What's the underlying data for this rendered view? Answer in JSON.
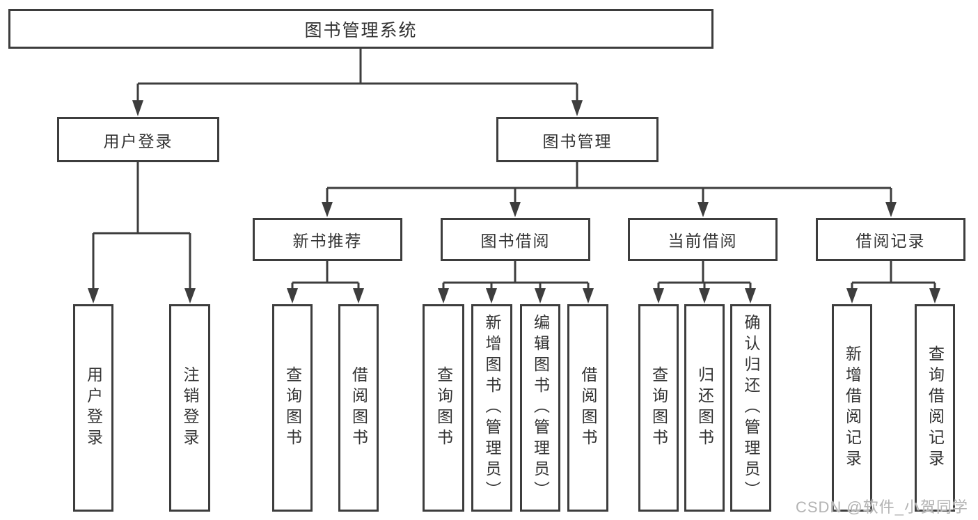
{
  "tree": {
    "label": "图书管理系统",
    "children": [
      {
        "label": "用户登录",
        "children": [
          {
            "label": "用户登录"
          },
          {
            "label": "注销登录"
          }
        ]
      },
      {
        "label": "图书管理",
        "children": [
          {
            "label": "新书推荐",
            "children": [
              {
                "label": "查询图书"
              },
              {
                "label": "借阅图书"
              }
            ]
          },
          {
            "label": "图书借阅",
            "children": [
              {
                "label": "查询图书"
              },
              {
                "label": "新增图书（管理员）"
              },
              {
                "label": "编辑图书（管理员）"
              },
              {
                "label": "借阅图书"
              }
            ]
          },
          {
            "label": "当前借阅",
            "children": [
              {
                "label": "查询图书"
              },
              {
                "label": "归还图书"
              },
              {
                "label": "确认归还（管理员）"
              }
            ]
          },
          {
            "label": "借阅记录",
            "children": [
              {
                "label": "新增借阅记录"
              },
              {
                "label": "查询借阅记录"
              }
            ]
          }
        ]
      }
    ]
  },
  "watermark": {
    "text": "CSDN @软件_小贺同学"
  },
  "colors": {
    "line": "#3d3d3d",
    "box_border": "#3d3d3d",
    "text": "#333333",
    "watermark": "#b3b3b3",
    "background": "#ffffff"
  }
}
